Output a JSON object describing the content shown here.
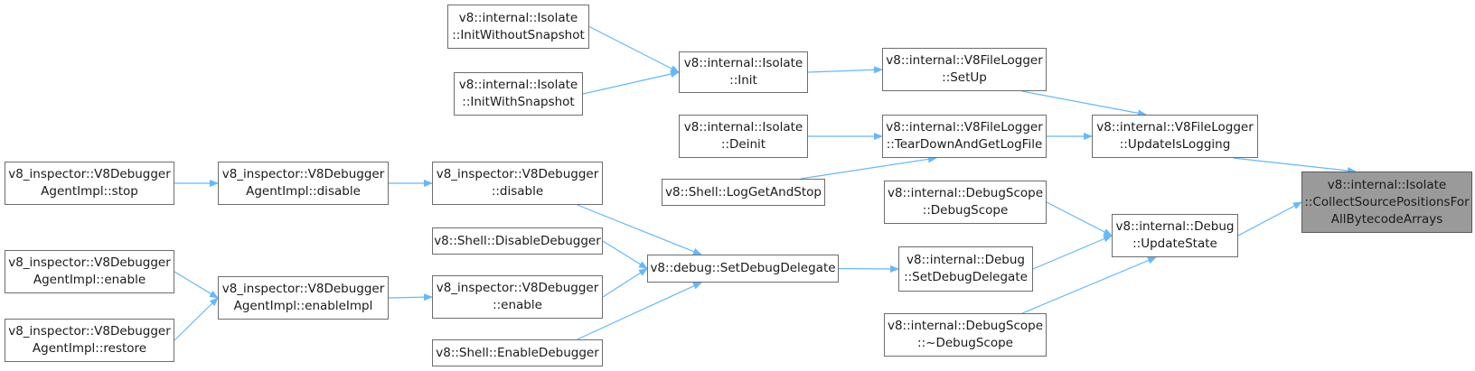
{
  "colors": {
    "edge": "#63b8ff",
    "node_border": "#6d6d6d",
    "root_fill": "#9a9a9a"
  },
  "nodes": [
    {
      "id": "root",
      "lines": [
        "v8::internal::Isolate",
        "::CollectSourcePositionsFor",
        "AllBytecodeArrays"
      ],
      "root": true
    },
    {
      "id": "update-is-logging",
      "lines": [
        "v8::internal::V8FileLogger",
        "::UpdateIsLogging"
      ]
    },
    {
      "id": "update-state",
      "lines": [
        "v8::internal::Debug",
        "::UpdateState"
      ]
    },
    {
      "id": "setup",
      "lines": [
        "v8::internal::V8FileLogger",
        "::SetUp"
      ]
    },
    {
      "id": "teardown",
      "lines": [
        "v8::internal::V8FileLogger",
        "::TearDownAndGetLogFile"
      ]
    },
    {
      "id": "isolate-init",
      "lines": [
        "v8::internal::Isolate",
        "::Init"
      ]
    },
    {
      "id": "init-without-snapshot",
      "lines": [
        "v8::internal::Isolate",
        "::InitWithoutSnapshot"
      ]
    },
    {
      "id": "init-with-snapshot",
      "lines": [
        "v8::internal::Isolate",
        "::InitWithSnapshot"
      ]
    },
    {
      "id": "isolate-deinit",
      "lines": [
        "v8::internal::Isolate",
        "::Deinit"
      ]
    },
    {
      "id": "shell-loggetandstop",
      "lines": [
        "v8::Shell::LogGetAndStop"
      ]
    },
    {
      "id": "debugscope-ctor",
      "lines": [
        "v8::internal::DebugScope",
        "::DebugScope"
      ]
    },
    {
      "id": "debug-setdebugdelegate",
      "lines": [
        "v8::internal::Debug",
        "::SetDebugDelegate"
      ]
    },
    {
      "id": "debugscope-dtor",
      "lines": [
        "v8::internal::DebugScope",
        "::~DebugScope"
      ]
    },
    {
      "id": "setdebugdelegate",
      "lines": [
        "v8::debug::SetDebugDelegate"
      ]
    },
    {
      "id": "v8debugger-disable",
      "lines": [
        "v8_inspector::V8Debugger",
        "::disable"
      ]
    },
    {
      "id": "shell-disabledebugger",
      "lines": [
        "v8::Shell::DisableDebugger"
      ]
    },
    {
      "id": "v8debugger-enable",
      "lines": [
        "v8_inspector::V8Debugger",
        "::enable"
      ]
    },
    {
      "id": "shell-enabledebugger",
      "lines": [
        "v8::Shell::EnableDebugger"
      ]
    },
    {
      "id": "agent-disable",
      "lines": [
        "v8_inspector::V8Debugger",
        "AgentImpl::disable"
      ]
    },
    {
      "id": "agent-stop",
      "lines": [
        "v8_inspector::V8Debugger",
        "AgentImpl::stop"
      ]
    },
    {
      "id": "agent-enableimpl",
      "lines": [
        "v8_inspector::V8Debugger",
        "AgentImpl::enableImpl"
      ]
    },
    {
      "id": "agent-enable",
      "lines": [
        "v8_inspector::V8Debugger",
        "AgentImpl::enable"
      ]
    },
    {
      "id": "agent-restore",
      "lines": [
        "v8_inspector::V8Debugger",
        "AgentImpl::restore"
      ]
    }
  ],
  "edges": [
    {
      "from": "init-without-snapshot",
      "to": "isolate-init"
    },
    {
      "from": "init-with-snapshot",
      "to": "isolate-init"
    },
    {
      "from": "isolate-init",
      "to": "setup"
    },
    {
      "from": "setup",
      "to": "update-is-logging"
    },
    {
      "from": "isolate-deinit",
      "to": "teardown"
    },
    {
      "from": "shell-loggetandstop",
      "to": "teardown"
    },
    {
      "from": "teardown",
      "to": "update-is-logging"
    },
    {
      "from": "update-is-logging",
      "to": "root"
    },
    {
      "from": "agent-stop",
      "to": "agent-disable"
    },
    {
      "from": "agent-disable",
      "to": "v8debugger-disable"
    },
    {
      "from": "v8debugger-disable",
      "to": "setdebugdelegate"
    },
    {
      "from": "shell-disabledebugger",
      "to": "setdebugdelegate"
    },
    {
      "from": "agent-enable",
      "to": "agent-enableimpl"
    },
    {
      "from": "agent-restore",
      "to": "agent-enableimpl"
    },
    {
      "from": "agent-enableimpl",
      "to": "v8debugger-enable"
    },
    {
      "from": "v8debugger-enable",
      "to": "setdebugdelegate"
    },
    {
      "from": "shell-enabledebugger",
      "to": "setdebugdelegate"
    },
    {
      "from": "setdebugdelegate",
      "to": "debug-setdebugdelegate"
    },
    {
      "from": "debugscope-ctor",
      "to": "update-state"
    },
    {
      "from": "debug-setdebugdelegate",
      "to": "update-state"
    },
    {
      "from": "debugscope-dtor",
      "to": "update-state"
    },
    {
      "from": "update-state",
      "to": "root"
    }
  ]
}
